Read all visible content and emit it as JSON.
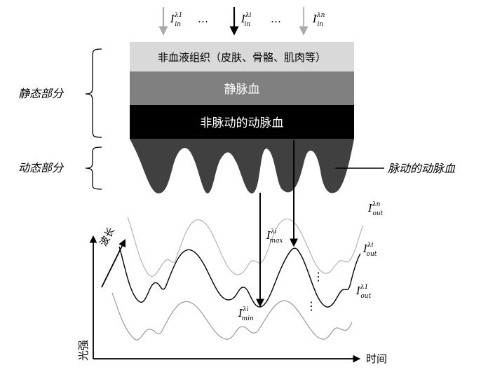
{
  "incident": {
    "symbol": "I",
    "first": {
      "sup": "λ1",
      "sub": "in"
    },
    "middle": {
      "sup": "λi",
      "sub": "in"
    },
    "last": {
      "sup": "λn",
      "sub": "in"
    },
    "ellipsis": "…"
  },
  "layers": {
    "tissue": "非血液组织（皮肤、骨骼、肌肉等）",
    "venous": "静脉血",
    "arterial_static": "非脉动的动脉血"
  },
  "side_labels": {
    "static_part": "静态部分",
    "dynamic_part": "动态部分",
    "pulsatile_arterial": "脉动的动脉血"
  },
  "signal": {
    "symbol": "I",
    "max": {
      "sup": "λi",
      "sub": "max"
    },
    "min": {
      "sup": "λi",
      "sub": "min"
    },
    "out_n": {
      "sup": "λn",
      "sub": "out"
    },
    "out_i": {
      "sup": "λi",
      "sub": "out"
    },
    "out_1": {
      "sup": "λ1",
      "sub": "out"
    },
    "dots": "⋮"
  },
  "axes": {
    "y": "光强",
    "x": "时间",
    "wavelength": "波长"
  },
  "colors": {
    "tissue": "#d9d9d9",
    "venous": "#808080",
    "arterial_static": "#000000",
    "pulsatile": "#404040",
    "light_gray": "#aaaaaa",
    "mid_gray": "#999999"
  }
}
